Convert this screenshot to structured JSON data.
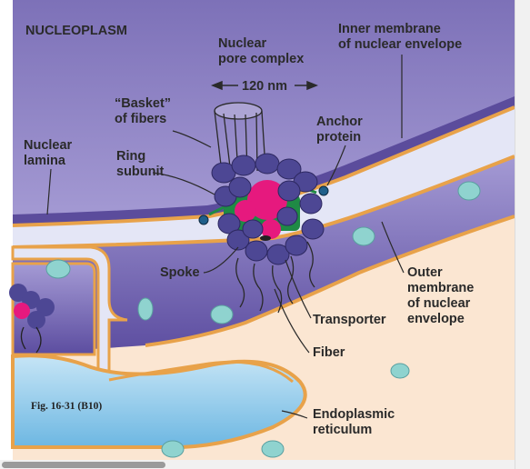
{
  "labels": {
    "nucleoplasm": "NUCLEOPLASM",
    "inner_membrane": [
      "Inner membrane",
      "of nuclear envelope"
    ],
    "nuclear_pore_complex": [
      "Nuclear",
      "pore complex"
    ],
    "dimension": "120 nm",
    "basket": [
      "“Basket”",
      "of fibers"
    ],
    "anchor_protein": [
      "Anchor",
      "protein"
    ],
    "nuclear_lamina": [
      "Nuclear",
      "lamina"
    ],
    "ring_subunit": [
      "Ring",
      "subunit"
    ],
    "spoke": "Spoke",
    "outer_membrane": [
      "Outer",
      "membrane",
      "of nuclear",
      "envelope"
    ],
    "transporter": "Transporter",
    "fiber": "Fiber",
    "endoplasmic_reticulum": [
      "Endoplasmic",
      "reticulum"
    ]
  },
  "caption": "Fig. 16-31 (B10)",
  "colors": {
    "nucleoplasm": "#8c7fc2",
    "lamina": "#6a5aab",
    "lumen": "#dfe2f4",
    "membrane": "#e8a24a",
    "cytoplasm": "#fbe6d2",
    "er_lumen": "#9fd2ee",
    "ring_subunit": "#4d4794",
    "transporter": "#e6197e",
    "spoke": "#1f8a45",
    "ribosome": "#8fd3cf"
  }
}
